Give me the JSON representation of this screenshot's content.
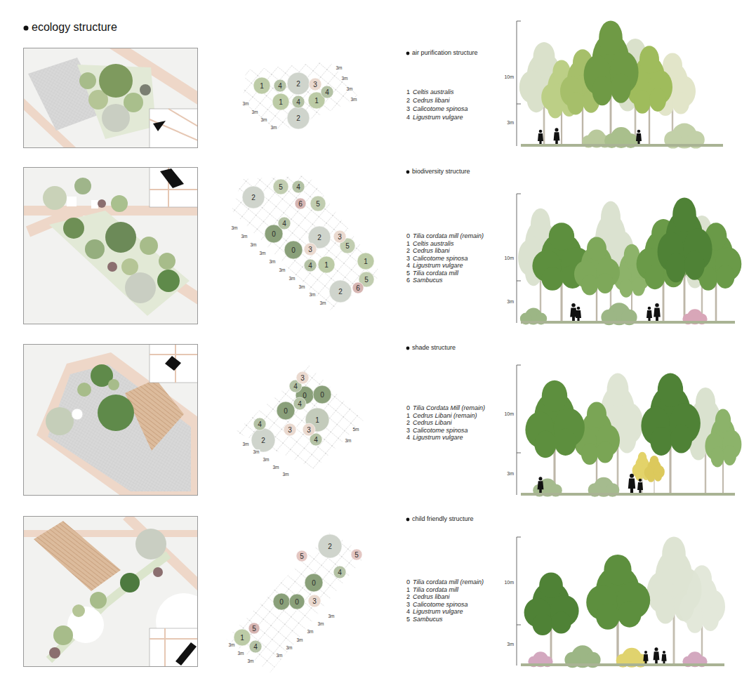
{
  "diagram": {
    "title": "ecology structure",
    "labels": [
      "air purification structure",
      "1",
      "4",
      "2",
      "3",
      "4",
      "1",
      "4",
      "1",
      "2",
      "3m",
      "3m",
      "3m",
      "3m",
      "3m",
      "3m",
      "3m",
      "3m",
      "1",
      "Celtis australis",
      "2",
      "Cedrus libani",
      "3",
      "Calicotome spinosa",
      "4",
      "Ligustrum vulgare",
      "10m",
      "3m",
      "biodiversity structure",
      "2",
      "5",
      "4",
      "6",
      "5",
      "4",
      "0",
      "2",
      "3",
      "0",
      "3",
      "5",
      "1",
      "4",
      "1",
      "5",
      "2",
      "6",
      "3m",
      "3m",
      "3m",
      "3m",
      "3m",
      "3m",
      "3m",
      "3m",
      "3m",
      "3m",
      "0",
      "Tilia cordata mill (remain)",
      "1",
      "Celtis australis",
      "2",
      "Cedrus libani",
      "3",
      "Calicotome spinosa",
      "4",
      "Ligustrum vulgare",
      "5",
      "Tilia cordata mill",
      "6",
      "Sambucus",
      "10m",
      "3m",
      "shade structure",
      "3",
      "4",
      "0",
      "0",
      "4",
      "0",
      "1",
      "4",
      "3",
      "3",
      "2",
      "4",
      "5m",
      "3m",
      "3m",
      "3m",
      "3m",
      "3m",
      "3m",
      "0",
      "Tilia Cordata Mill (remain)",
      "1",
      "Cedrus Libani (remain)",
      "2",
      "Cedrus Libani",
      "3",
      "Calicotome spinosa",
      "4",
      "Ligustrum vulgare",
      "10m",
      "3m",
      "child friendly structure",
      "2",
      "5",
      "5",
      "4",
      "0",
      "0",
      "0",
      "3",
      "5",
      "1",
      "4",
      "3m",
      "3m",
      "3m",
      "3m",
      "3m",
      "3m",
      "3m",
      "3m",
      "3m",
      "0",
      "Tilia cordata mill (remain)",
      "1",
      "Tilia cordata mill",
      "2",
      "Cedrus libani",
      "3",
      "Calicotome spinosa",
      "4",
      "Ligustrum vulgare",
      "5",
      "Sambucus",
      "10m",
      "3m"
    ]
  }
}
